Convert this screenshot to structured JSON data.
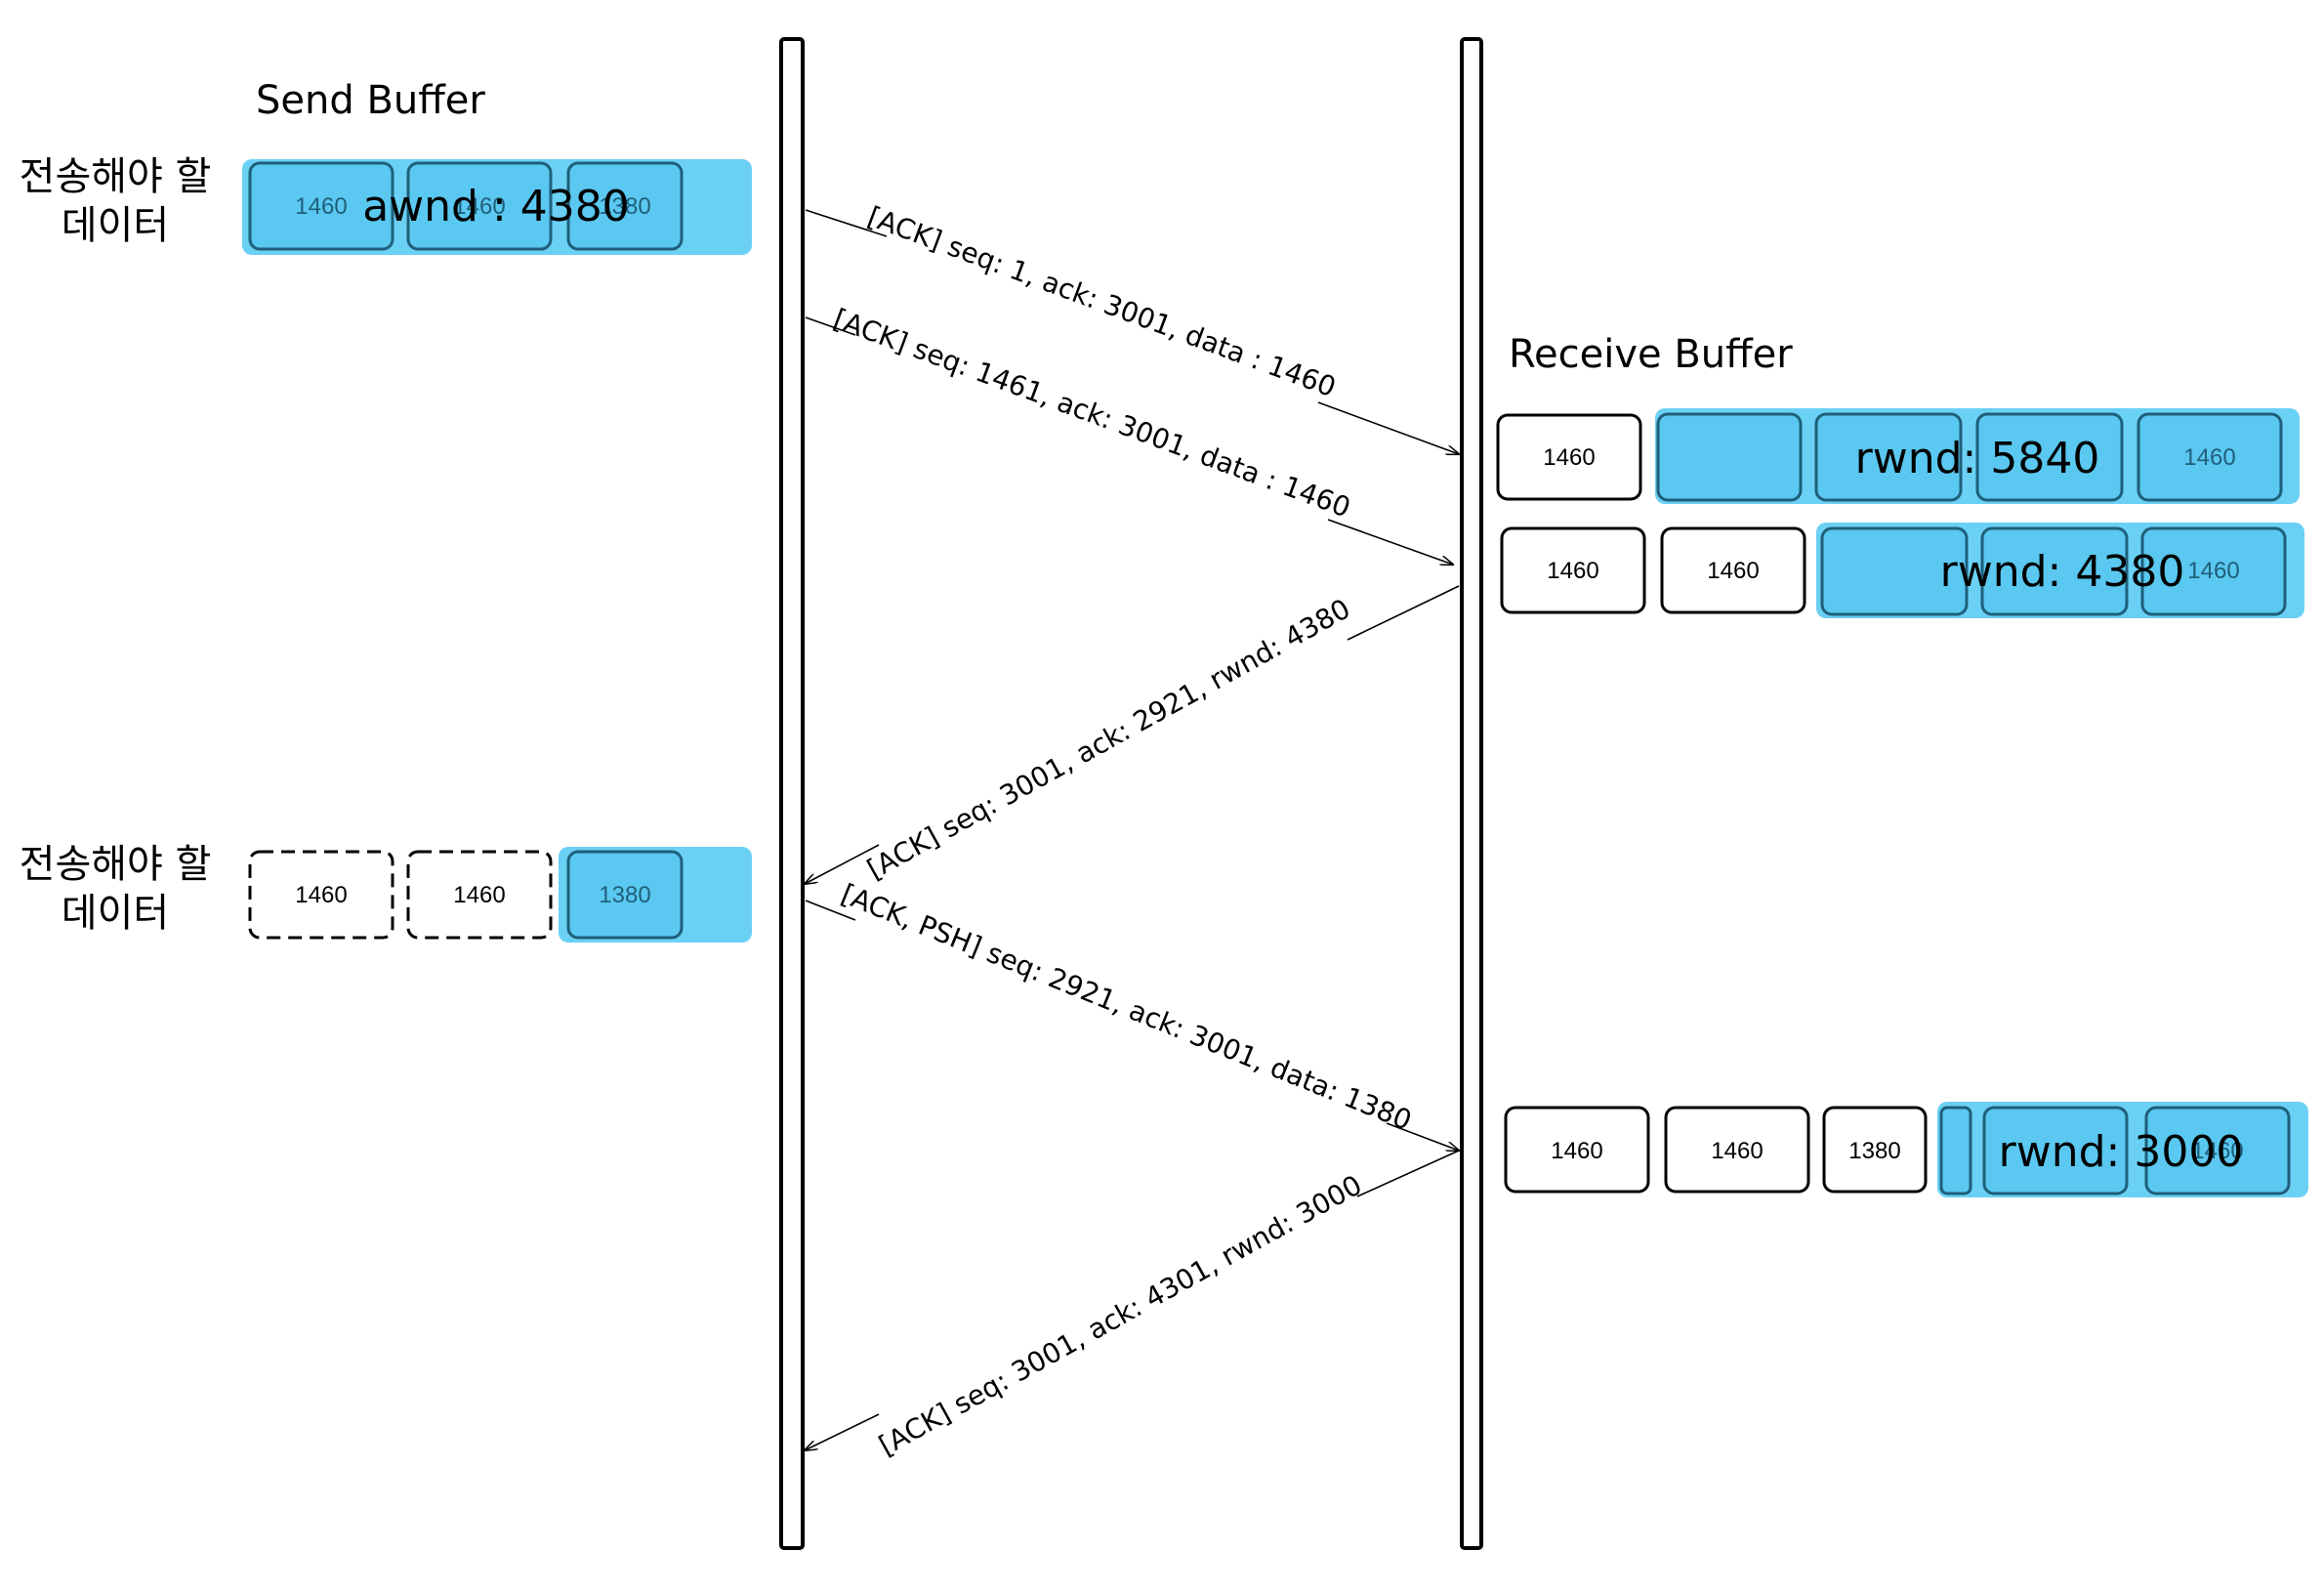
{
  "sender": {
    "title": "Send Buffer",
    "row1_label_line1": "전송해야 할",
    "row1_label_line2": "데이터",
    "row2_label_line1": "전송해야 할",
    "row2_label_line2": "데이터",
    "row1_segments": [
      "1460",
      "1460",
      "1380"
    ],
    "row1_window": "awnd : 4380",
    "row2_segments": [
      "1460",
      "1460",
      "1380"
    ]
  },
  "receiver": {
    "title": "Receive Buffer",
    "row1_segments": [
      "1460",
      "",
      "",
      "1460"
    ],
    "row1_window": "rwnd: 5840",
    "row2_segments": [
      "1460",
      "1460",
      "",
      "",
      "1460"
    ],
    "row2_window": "rwnd: 4380",
    "row3_segments": [
      "1460",
      "1460",
      "1380",
      "",
      "",
      "1460"
    ],
    "row3_window": "rwnd: 3000"
  },
  "messages": [
    "[ACK] seq: 1, ack: 3001, data : 1460",
    "[ACK] seq: 1461, ack: 3001, data : 1460",
    "[ACK]  seq: 3001, ack: 2921, rwnd: 4380",
    "[ACK, PSH]  seq: 2921, ack: 3001, data: 1380",
    "[ACK]  seq: 3001, ack: 4301, rwnd: 3000"
  ],
  "colors": {
    "window_fill": "#6ad1f5",
    "segment_fill": "#5ac8f0",
    "segment_stroke": "#1f5f7a",
    "line": "#000000"
  }
}
